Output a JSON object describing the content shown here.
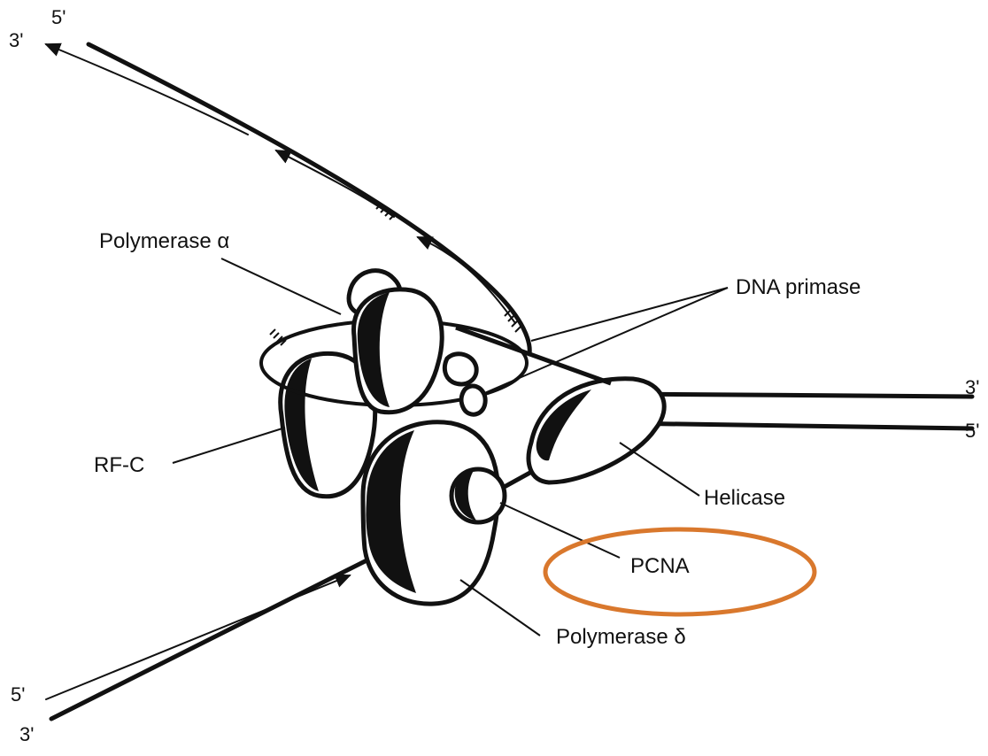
{
  "labels": {
    "polymerase_alpha": "Polymerase α",
    "dna_primase": "DNA primase",
    "rf_c": "RF-C",
    "helicase": "Helicase",
    "pcna": "PCNA",
    "polymerase_delta": "Polymerase δ"
  },
  "strand_ends": {
    "top_left_3": "3'",
    "top_left_5": "5'",
    "right_3": "3'",
    "right_5": "5'",
    "bottom_left_5": "5'",
    "bottom_left_3": "3'"
  },
  "colors": {
    "ink": "#111111",
    "highlight": "#d9782d",
    "background": "#ffffff"
  }
}
